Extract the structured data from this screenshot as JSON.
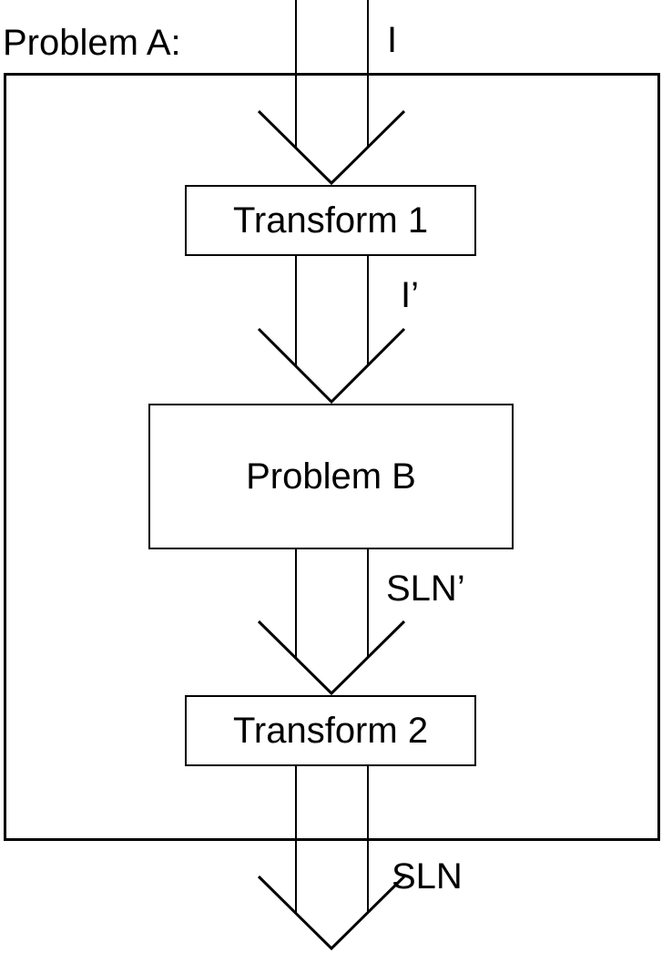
{
  "diagram": {
    "title": "Problem A:",
    "nodes": [
      {
        "id": "transform-1",
        "label": "Transform 1"
      },
      {
        "id": "problem-b",
        "label": "Problem B"
      },
      {
        "id": "transform-2",
        "label": "Transform 2"
      }
    ],
    "edge_labels": {
      "input": "I",
      "transformed_input": "I’",
      "transformed_solution": "SLN’",
      "solution": "SLN"
    },
    "colors": {
      "line": "#000000",
      "background": "#ffffff"
    }
  }
}
